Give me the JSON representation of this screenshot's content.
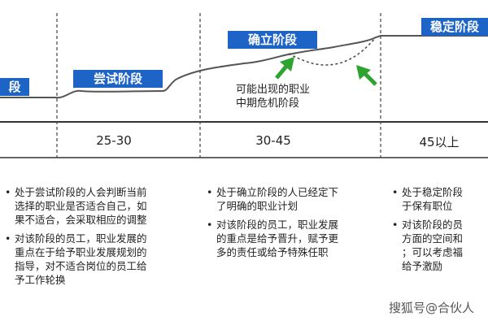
{
  "stages": {
    "stage1": "段",
    "stage2": "尝试阶段",
    "stage3": "确立阶段",
    "stage4": "稳定阶段"
  },
  "ages": {
    "a1": "25-30",
    "a2": "30-45",
    "a3": "45以上"
  },
  "crisis_note": {
    "line1": "可能出现的职业",
    "line2": "中期危机阶段"
  },
  "columns": [
    {
      "bullets": [
        [
          "处于尝试阶段的人会判断当前",
          "选择的职业是否适合自己，如",
          "果不适合，会采取相应的调整"
        ],
        [
          "对该阶段的员工，职业发展的",
          "重点在于给予职业发展规划的",
          "指导，对不适合岗位的员工给",
          "予工作轮换"
        ]
      ]
    },
    {
      "bullets": [
        [
          "处于确立阶段的人已经定下",
          "了明确的职业计划"
        ],
        [
          "对该阶段的员工，职业发展",
          "的重点是给予晋升，赋予更",
          "多的责任或给予特殊任职"
        ]
      ]
    },
    {
      "bullets": [
        [
          "处于稳定阶段",
          "于保有职位"
        ],
        [
          "对该阶段的员",
          "方面的空间和",
          "；可以考虑福",
          "给予激励"
        ]
      ]
    }
  ],
  "watermark": "搜狐号@合伙人",
  "colors": {
    "stage_fill": "#1e63c6",
    "curve": "#555555",
    "arrow": "#2fa32f",
    "timeline": "#333333"
  }
}
